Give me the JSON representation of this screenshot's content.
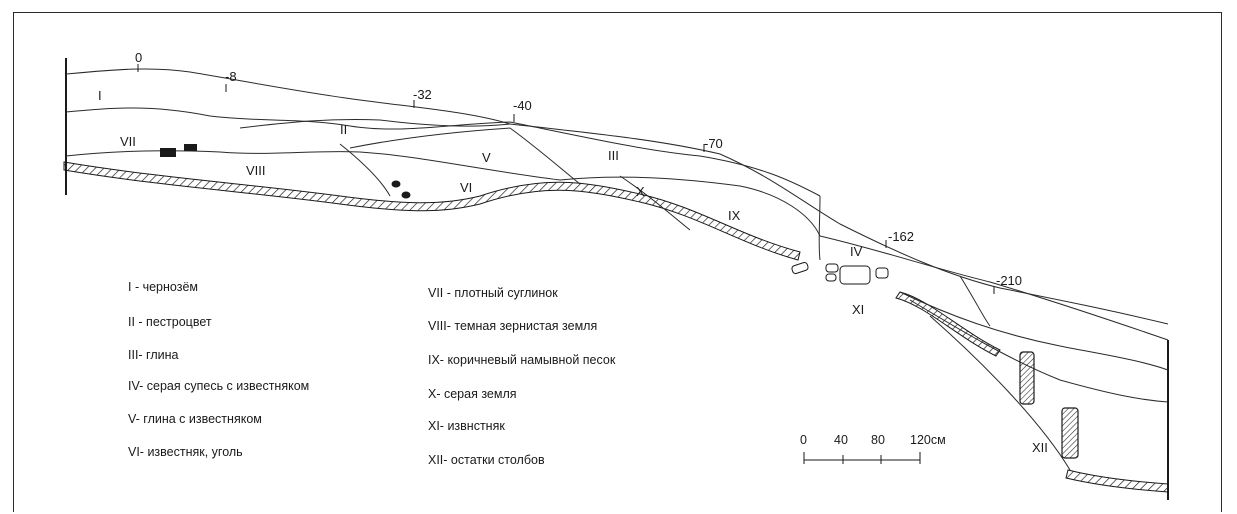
{
  "section": {
    "depth_marks": [
      "0",
      "-8",
      "-32",
      "-40",
      "-70",
      "-162",
      "-210"
    ],
    "zones": [
      "I",
      "II",
      "III",
      "V",
      "VI",
      "VII",
      "VIII",
      "IX",
      "X",
      "IV",
      "XI",
      "XII"
    ]
  },
  "legend": {
    "left": [
      "I - чернозём",
      "II - пестроцвет",
      "III- глина",
      "IV- серая супесь с известняком",
      "V- глина с известняком",
      "VI- известняк, уголь"
    ],
    "right": [
      "VII - плотный суглинок",
      "VIII- темная зернистая земля",
      "IX- коричневый намывной песок",
      "X- серая земля",
      "XI- извнстняк",
      "XII- остатки столбов"
    ]
  },
  "scale_bar": {
    "ticks": [
      "0",
      "40",
      "80",
      "120см"
    ]
  }
}
